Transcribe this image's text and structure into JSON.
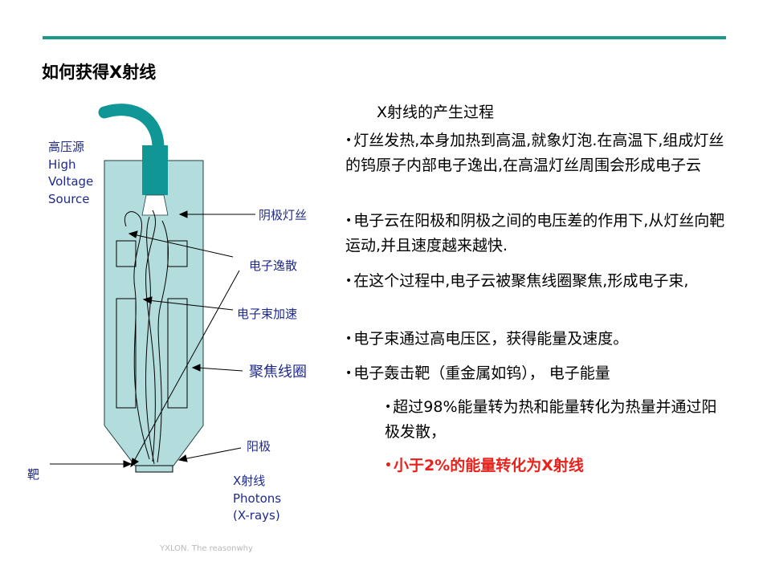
{
  "slide": {
    "title": "如何获得X射线",
    "footer": "YXLON. The reasonwhy"
  },
  "diagram": {
    "label_hv_cn": "高压源",
    "label_hv_en1": "High",
    "label_hv_en2": "Voltage",
    "label_hv_en3": "Source",
    "label_cathode": "阴极灯丝",
    "label_emission": "电子逸散",
    "label_acceleration": "电子束加速",
    "label_focus_coil": "聚焦线圈",
    "label_anode": "阳极",
    "label_target": "靶",
    "label_xray1": "X射线",
    "label_xray2": "Photons",
    "label_xray3": "(X-rays)",
    "colors": {
      "tube_fill": "#b3dcdc",
      "cable": "#119696",
      "label_text": "#1f2a8c"
    }
  },
  "content": {
    "subtitle": "X射线的产生过程",
    "bullets": [
      "灯丝发热,本身加热到高温,就象灯泡.在高温下,组成灯丝的钨原子内部电子逸出,在高温灯丝周围会形成电子云",
      "电子云在阳极和阴极之间的电压差的作用下,从灯丝向靶运动,并且速度越来越快.",
      "在这个过程中,电子云被聚焦线圈聚焦,形成电子束,",
      "电子束通过高电压区，获得能量及速度。",
      "电子轰击靶（重金属如钨）， 电子能量"
    ],
    "sub_bullets": [
      "超过98%能量转为热和能量转化为热量并通过阳极发散，",
      "小于2%的能量转化为X射线"
    ],
    "bullet_symbol": "•",
    "highlight_color": "#e8221b"
  }
}
